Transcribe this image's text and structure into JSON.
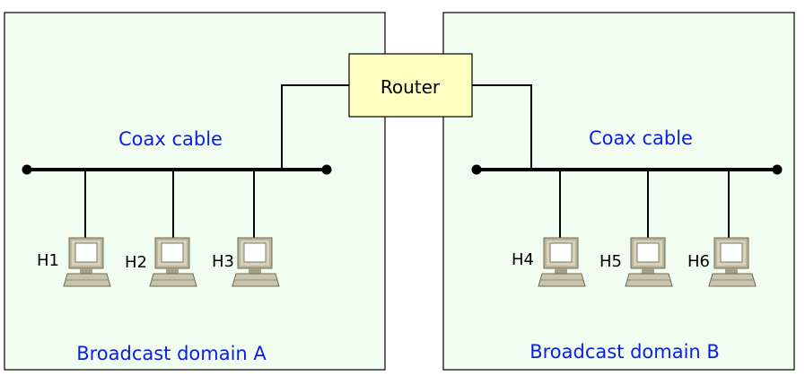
{
  "router": {
    "label": "Router"
  },
  "domains": [
    {
      "label": "Broadcast domain A",
      "cable_label": "Coax cable",
      "hosts": [
        "H1",
        "H2",
        "H3"
      ]
    },
    {
      "label": "Broadcast domain B",
      "cable_label": "Coax cable",
      "hosts": [
        "H4",
        "H5",
        "H6"
      ]
    }
  ],
  "colors": {
    "domain_fill": "#f2fdf1",
    "router_fill": "#ffffc0",
    "label_blue": "#0a1ee6"
  }
}
